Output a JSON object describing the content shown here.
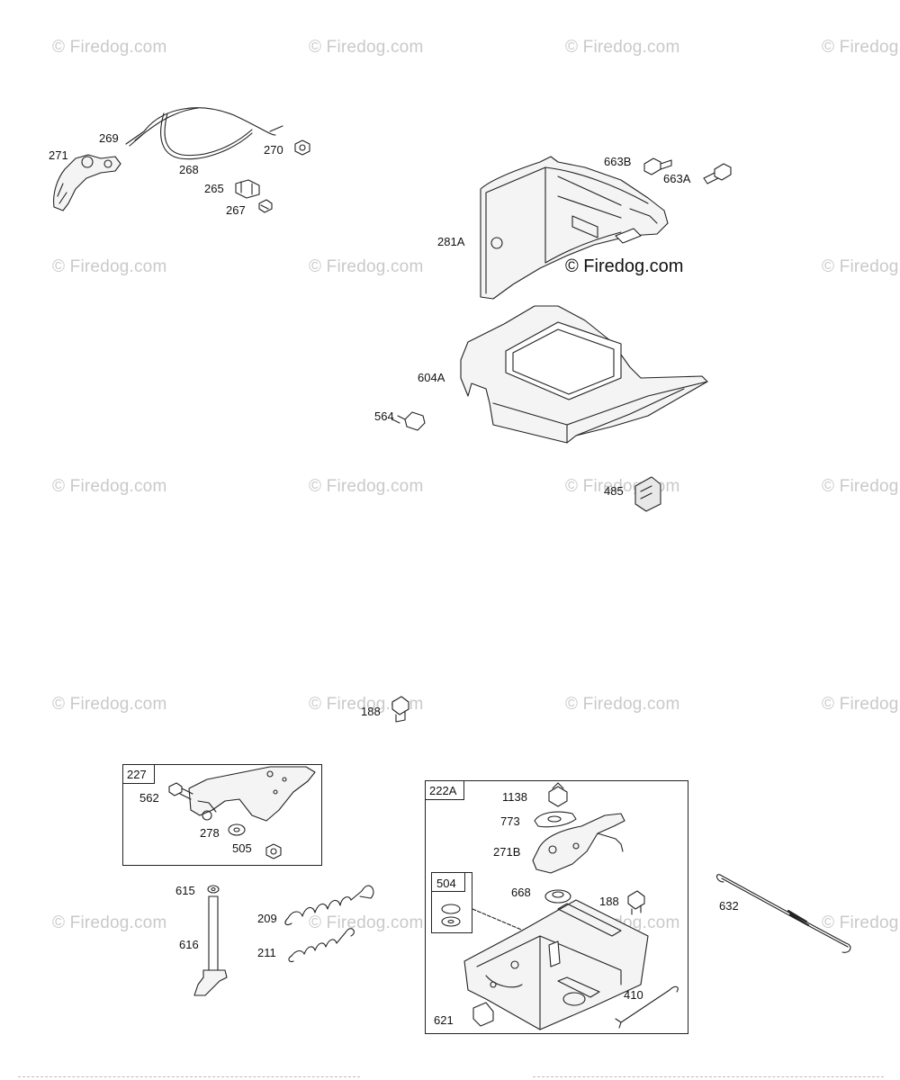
{
  "watermarks": {
    "text": "© Firedog.com",
    "main": "© Firedog.com"
  },
  "labels": {
    "p271": "271",
    "p269": "269",
    "p268": "268",
    "p270": "270",
    "p265": "265",
    "p267": "267",
    "p663B": "663B",
    "p663A": "663A",
    "p281A": "281A",
    "p604A": "604A",
    "p564": "564",
    "p485": "485",
    "p188top": "188",
    "p227": "227",
    "p562": "562",
    "p278": "278",
    "p505": "505",
    "p615": "615",
    "p616": "616",
    "p209": "209",
    "p211": "211",
    "p222A": "222A",
    "p1138": "1138",
    "p773": "773",
    "p271B": "271B",
    "p504": "504",
    "p668": "668",
    "p188": "188",
    "p410": "410",
    "p621": "621",
    "p632": "632"
  },
  "colors": {
    "line": "#222222",
    "watermark": "#c9c9c9",
    "fill": "#f4f4f4"
  }
}
